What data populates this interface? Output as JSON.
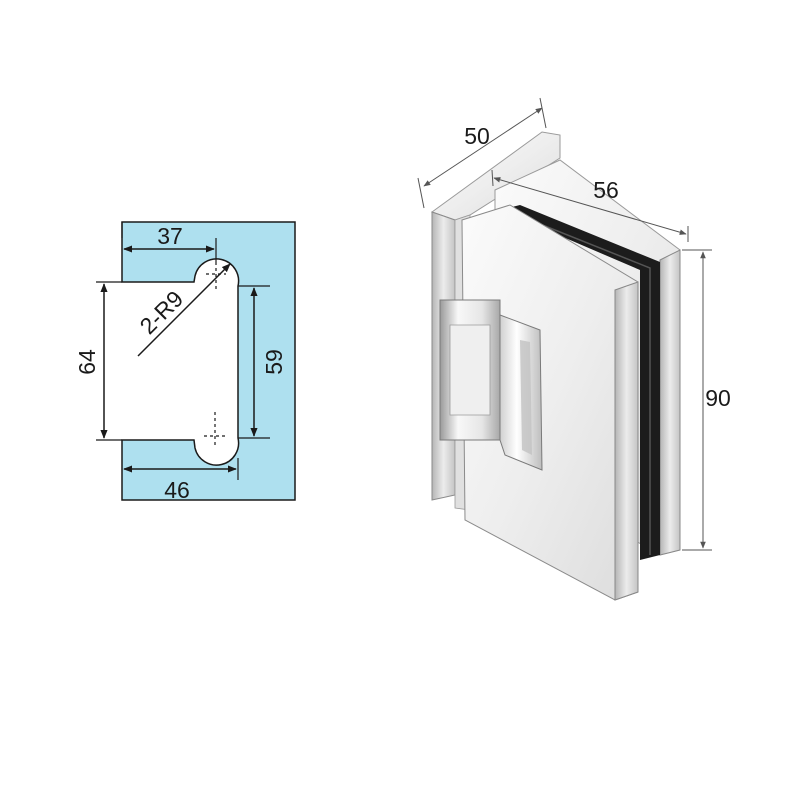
{
  "colors": {
    "glass_panel": "#aee0ef",
    "dimension_line": "#1a1a1a",
    "chrome_light": "#f4f4f4",
    "chrome_mid": "#d8d8d8",
    "chrome_dark": "#8a8a8a",
    "gasket": "#1c1c1c"
  },
  "cutout_drawing": {
    "dims": {
      "top_width": "37",
      "bottom_width": "46",
      "left_height": "64",
      "right_height": "59",
      "radius": "2-R9"
    }
  },
  "product_view": {
    "dims": {
      "depth": "50",
      "width": "56",
      "height": "90"
    },
    "icons": [
      "hinge-body-icon"
    ]
  }
}
